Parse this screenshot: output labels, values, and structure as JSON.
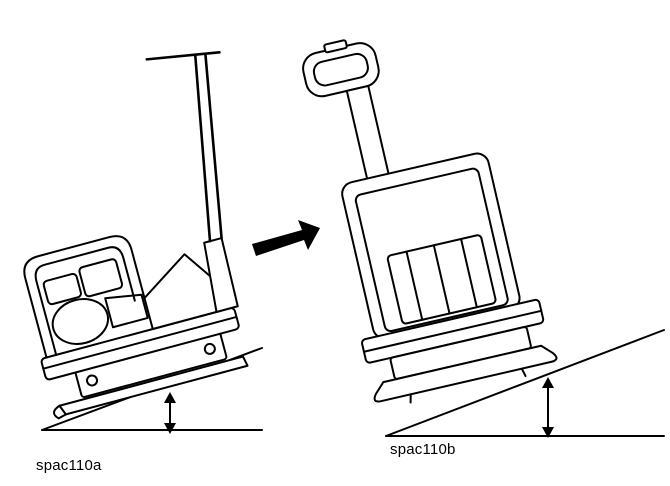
{
  "captions": {
    "left": "spac110a",
    "right": "spac110b"
  },
  "figure": {
    "subject": "plate compactor on slope",
    "left_view": "operating uphill (handle side up-slope)",
    "right_view": "operating on slope, front view",
    "arrow": "direction of travel",
    "measure_arrows": "slope angle indicators",
    "colors": {
      "line": "#000000",
      "background": "#ffffff"
    }
  }
}
